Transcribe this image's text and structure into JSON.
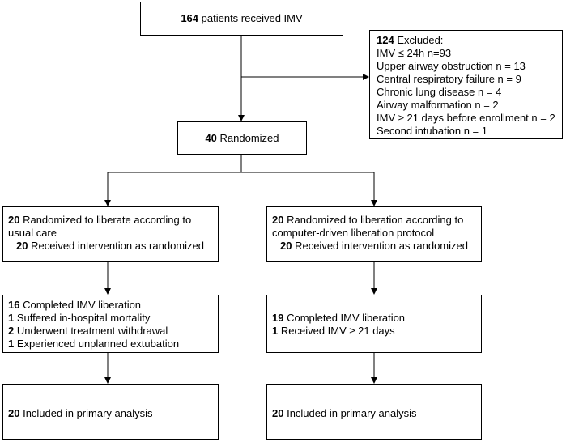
{
  "top": {
    "num": "164",
    "text": " patients received IMV"
  },
  "excluded": {
    "num": "124",
    "title": " Excluded:",
    "items": [
      "IMV ≤ 24h n=93",
      "Upper airway obstruction n = 13",
      "Central respiratory failure n = 9",
      "Chronic lung disease n = 4",
      "Airway malformation n = 2",
      "IMV ≥ 21 days before enrollment n = 2",
      "Second intubation n = 1"
    ]
  },
  "randomized": {
    "num": "40",
    "text": " Randomized"
  },
  "left": {
    "alloc": {
      "num": "20",
      "line1": " Randomized to liberate according to",
      "line2": "usual care",
      "recv_num": "20",
      "recv_text": " Received intervention as randomized"
    },
    "outcomes": [
      {
        "num": "16",
        "text": " Completed IMV liberation"
      },
      {
        "num": "1",
        "text": " Suffered in-hospital mortality"
      },
      {
        "num": "2",
        "text": " Underwent treatment withdrawal"
      },
      {
        "num": "1",
        "text": " Experienced unplanned extubation"
      }
    ],
    "analysis": {
      "num": "20",
      "text": " Included in primary analysis"
    }
  },
  "right": {
    "alloc": {
      "num": "20",
      "line1": " Randomized to liberation according to",
      "line2": "computer-driven liberation protocol",
      "recv_num": "20",
      "recv_text": " Received intervention as randomized"
    },
    "outcomes": [
      {
        "num": "19",
        "text": " Completed IMV liberation"
      },
      {
        "num": "1",
        "text": " Received IMV ≥ 21 days"
      }
    ],
    "analysis": {
      "num": "20",
      "text": " Included in primary analysis"
    }
  }
}
